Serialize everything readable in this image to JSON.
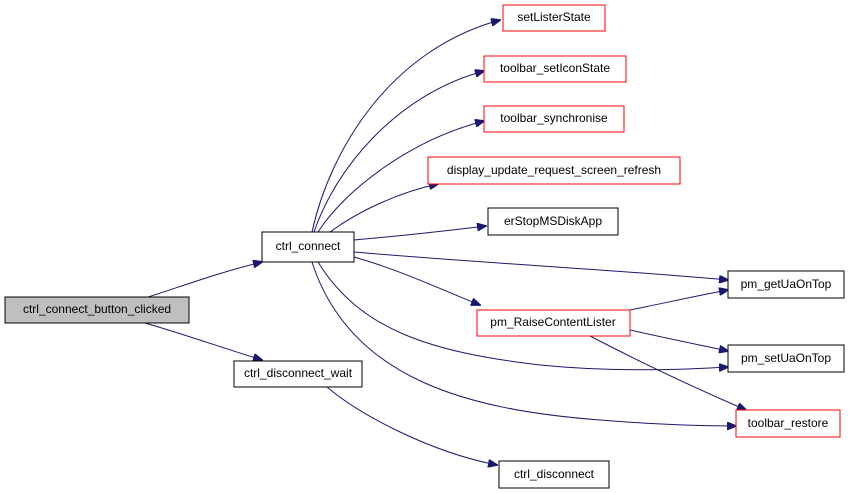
{
  "colors": {
    "edge": "#191970",
    "root_fill": "#bfbfbf",
    "red_border": "#ff0000",
    "black_border": "#000000"
  },
  "nodes": {
    "ctrl_connect_button_clicked": "ctrl_connect_button_clicked",
    "ctrl_connect": "ctrl_connect",
    "ctrl_disconnect_wait": "ctrl_disconnect_wait",
    "setListerState": "setListerState",
    "toolbar_setIconState": "toolbar_setIconState",
    "toolbar_synchronise": "toolbar_synchronise",
    "display_update_request_screen_refresh": "display_update_request_screen_refresh",
    "erStopMSDiskApp": "erStopMSDiskApp",
    "pm_getUaOnTop": "pm_getUaOnTop",
    "pm_RaiseContentLister": "pm_RaiseContentLister",
    "pm_setUaOnTop": "pm_setUaOnTop",
    "toolbar_restore": "toolbar_restore",
    "ctrl_disconnect": "ctrl_disconnect"
  }
}
